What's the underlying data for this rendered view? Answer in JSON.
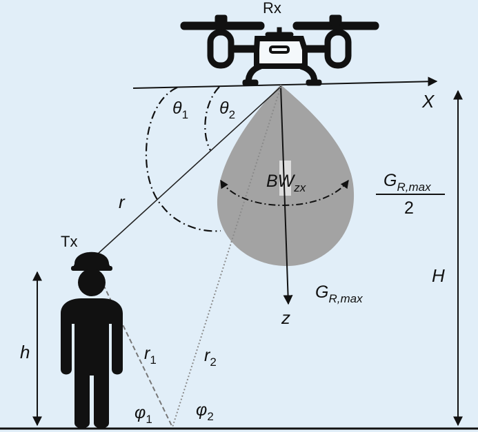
{
  "colors": {
    "background": "#e1eef8",
    "beam": "#a3a3a3",
    "ink": "#111111"
  },
  "icons": [
    "drone-icon",
    "person-with-helmet-icon"
  ],
  "labels": {
    "rx": "Rx",
    "tx": "Tx",
    "x_axis": "X",
    "z_axis": "z",
    "theta1": {
      "sym": "θ",
      "sub": "1"
    },
    "theta2": {
      "sym": "θ",
      "sub": "2"
    },
    "r": "r",
    "r1": {
      "sym": "r",
      "sub": "1"
    },
    "r2": {
      "sym": "r",
      "sub": "2"
    },
    "phi1": {
      "sym": "φ",
      "sub": "1"
    },
    "phi2": {
      "sym": "φ",
      "sub": "2"
    },
    "bw": {
      "sym": "BW",
      "sub": "zx"
    },
    "g_max": {
      "sym": "G",
      "sub": "R,max"
    },
    "g_half": {
      "sym": "G",
      "sub": "R,max",
      "den": "2"
    },
    "H": "H",
    "h": "h"
  }
}
